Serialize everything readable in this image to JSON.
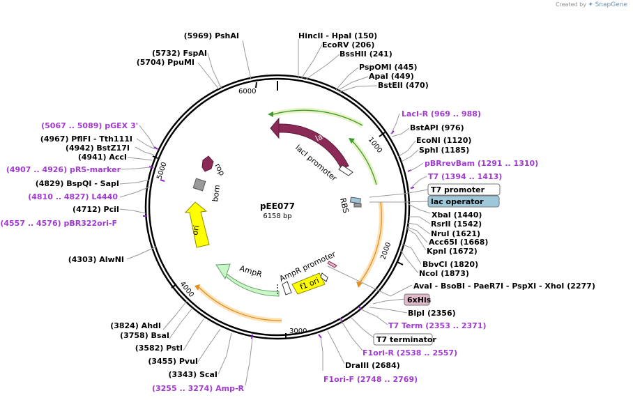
{
  "app": {
    "created_by": "Created by",
    "brand": "SnapGene"
  },
  "plasmid": {
    "name": "pEE077",
    "size": "6158 bp"
  },
  "ticks": [
    "1000",
    "2000",
    "3000",
    "4000",
    "5000",
    "6000"
  ],
  "features": [
    {
      "label": "lacI",
      "color": "#8c2a57"
    },
    {
      "label": "lacI promoter"
    },
    {
      "label": "rop",
      "color": "#8c2a57"
    },
    {
      "label": "bom",
      "color": "#999999"
    },
    {
      "label": "ori",
      "color": "#ffff00"
    },
    {
      "label": "AmpR",
      "color": "#c8f7c8"
    },
    {
      "label": "AmpR promoter"
    },
    {
      "label": "f1 ori",
      "color": "#ffff00"
    },
    {
      "label": "RBS"
    }
  ],
  "sites": [
    {
      "text": "(5969)  PshAI"
    },
    {
      "text": "(5732)  FspAI"
    },
    {
      "text": "(5704)  PpuMI"
    },
    {
      "text": "HincII  - HpaI  (150)"
    },
    {
      "text": "EcoRV  (206)"
    },
    {
      "text": "BssHII  (241)"
    },
    {
      "text": "PspOMI  (445)"
    },
    {
      "text": "ApaI  (449)"
    },
    {
      "text": "BstEII  (470)"
    },
    {
      "text": "LacI-R  (969 .. 988)",
      "primer": true
    },
    {
      "text": "BstAPI  (976)"
    },
    {
      "text": "EcoNI  (1120)"
    },
    {
      "text": "SphI  (1185)"
    },
    {
      "text": "pBRrevBam  (1291 .. 1310)",
      "primer": true
    },
    {
      "text": "T7  (1394 .. 1413)",
      "primer": true
    },
    {
      "text": "T7 promoter",
      "boxed": true
    },
    {
      "text": "lac operator",
      "boxed": true,
      "fill": "#9ec7d9"
    },
    {
      "text": "XbaI  (1440)"
    },
    {
      "text": "RsrII  (1542)"
    },
    {
      "text": "NruI  (1621)"
    },
    {
      "text": "Acc65I  (1668)"
    },
    {
      "text": "KpnI  (1672)"
    },
    {
      "text": "BbvCI  (1820)"
    },
    {
      "text": "NcoI  (1873)"
    },
    {
      "text": "AvaI  - BsoBI  - PaeR7I  - PspXI  - XhoI  (2277)"
    },
    {
      "text": "6xHis",
      "boxed": true,
      "fill": "#e1b9cb"
    },
    {
      "text": "BlpI  (2356)"
    },
    {
      "text": "T7 Term  (2353 .. 2371)",
      "primer": true
    },
    {
      "text": "T7 terminator",
      "boxed": true
    },
    {
      "text": "F1ori-R  (2538 .. 2557)",
      "primer": true
    },
    {
      "text": "DraIII  (2684)"
    },
    {
      "text": "F1ori-F  (2748 .. 2769)",
      "primer": true
    },
    {
      "text": "(5067 .. 5089)  pGEX 3'",
      "primer": true
    },
    {
      "text": "(4967)  PflFI  - Tth111I"
    },
    {
      "text": "(4942)  BstZ17I"
    },
    {
      "text": "(4941)  AccI"
    },
    {
      "text": "(4907 .. 4926)  pRS-marker",
      "primer": true
    },
    {
      "text": "(4829)  BspQI  - SapI"
    },
    {
      "text": "(4810 .. 4827)  L4440",
      "primer": true
    },
    {
      "text": "(4712)  PciI"
    },
    {
      "text": "(4557 .. 4576)  pBR322ori-F",
      "primer": true
    },
    {
      "text": "(4303)  AlwNI"
    },
    {
      "text": "(3824)  AhdI"
    },
    {
      "text": "(3758)  BsaI"
    },
    {
      "text": "(3582)  PstI"
    },
    {
      "text": "(3455)  PvuI"
    },
    {
      "text": "(3343)  ScaI"
    },
    {
      "text": "(3255 .. 3274)  Amp-R",
      "primer": true
    }
  ]
}
